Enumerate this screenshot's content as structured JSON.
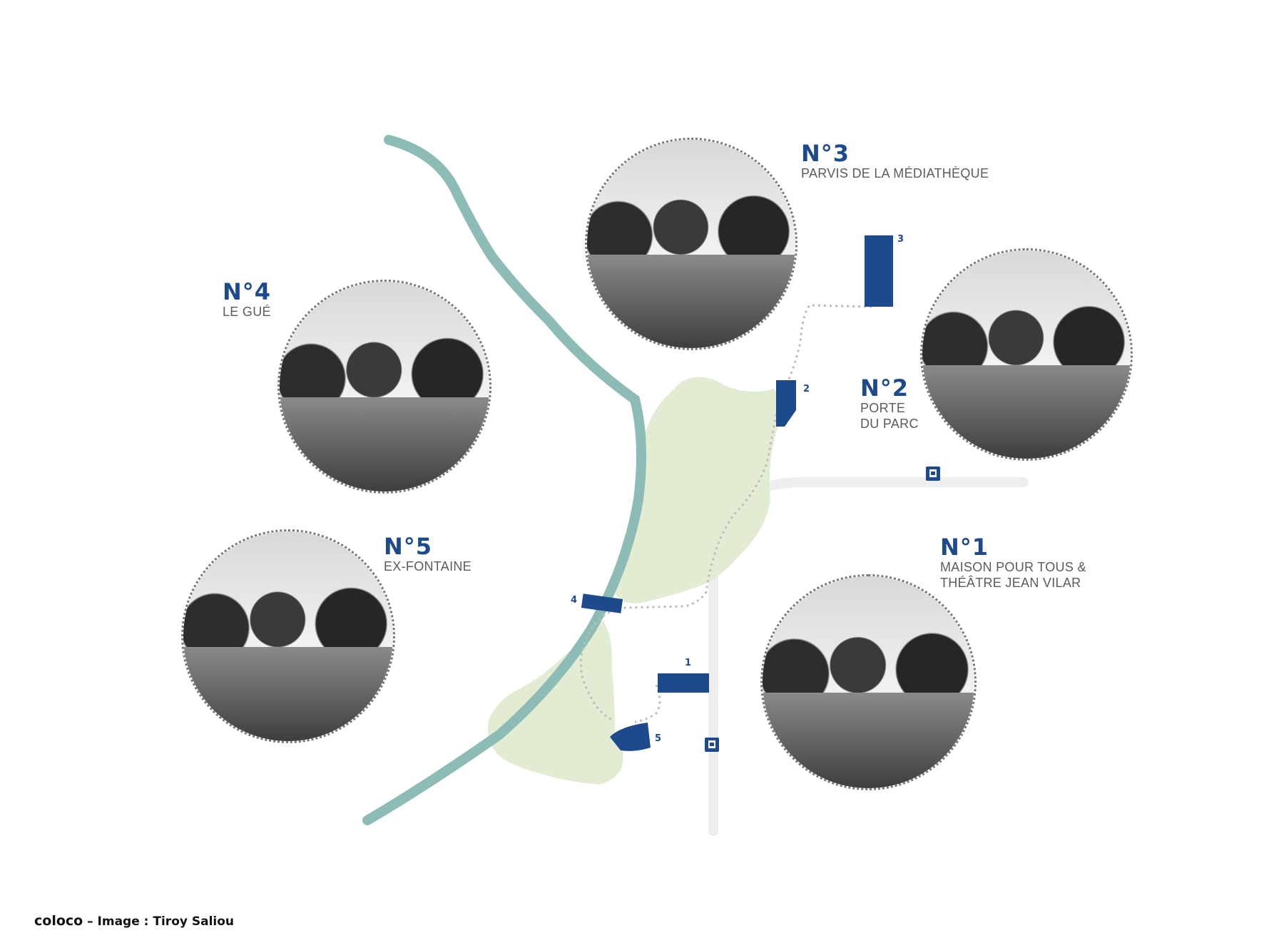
{
  "stations": [
    {
      "id": "n1",
      "number": "N°1",
      "name": "MAISON POUR TOUS &\nTHÉÂTRE  JEAN VILAR"
    },
    {
      "id": "n2",
      "number": "N°2",
      "name": "PORTE\nDU PARC"
    },
    {
      "id": "n3",
      "number": "N°3",
      "name": "PARVIS DE LA MÉDIATHÈQUE"
    },
    {
      "id": "n4",
      "number": "N°4",
      "name": "LE GUÉ"
    },
    {
      "id": "n5",
      "number": "N°5",
      "name": "EX-FONTAINE"
    }
  ],
  "building_labels": [
    "1",
    "2",
    "3",
    "4",
    "5"
  ],
  "colors": {
    "accent": "#1c4a8c",
    "river": "#8dbcb6",
    "park": "#e2ecd2",
    "road": "#eeeeee",
    "path": "#bdbdbd"
  },
  "icons": [
    "tram-stop-icon",
    "tram-stop-icon"
  ],
  "footer": {
    "brand": "coloco",
    "credit": " – Image : Tiroy Saliou"
  }
}
